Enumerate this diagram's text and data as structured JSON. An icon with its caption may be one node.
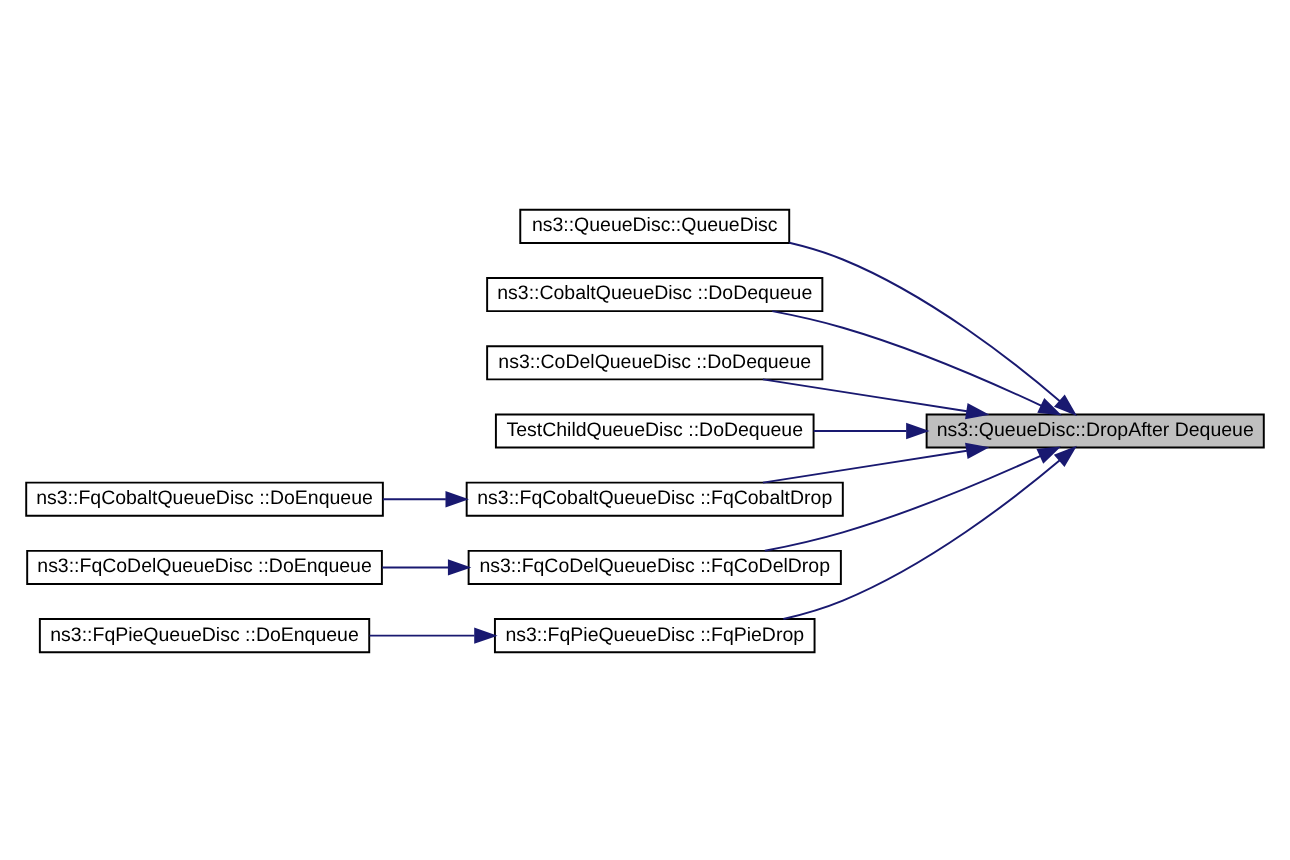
{
  "diagram": {
    "nodes": [
      {
        "text": [
          "ns3::QueueDisc::DropAfter Dequeue"
        ]
      },
      {
        "text": [
          "ns3::QueueDisc::QueueDisc"
        ]
      },
      {
        "text": [
          "ns3::CobaltQueueDisc ::DoDequeue"
        ]
      },
      {
        "text": [
          "ns3::CoDelQueueDisc ::DoDequeue"
        ]
      },
      {
        "text": [
          "TestChildQueueDisc ::DoDequeue"
        ]
      },
      {
        "text": [
          "ns3::FqCobaltQueueDisc ::FqCobaltDrop"
        ]
      },
      {
        "text": [
          "ns3::FqCoDelQueueDisc ::FqCoDelDrop"
        ]
      },
      {
        "text": [
          "ns3::FqPieQueueDisc ::FqPieDrop"
        ]
      },
      {
        "text": [
          "ns3::FqCobaltQueueDisc ::DoEnqueue"
        ]
      },
      {
        "text": [
          "ns3::FqCoDelQueueDisc ::DoEnqueue"
        ]
      },
      {
        "text": [
          "ns3::FqPieQueueDisc ::DoEnqueue"
        ]
      }
    ],
    "edges": [
      {
        "from": 1,
        "to": 0,
        "arrow": "to"
      },
      {
        "from": 2,
        "to": 0,
        "arrow": "to"
      },
      {
        "from": 3,
        "to": 0,
        "arrow": "to"
      },
      {
        "from": 4,
        "to": 0,
        "arrow": "to"
      },
      {
        "from": 5,
        "to": 0,
        "arrow": "to"
      },
      {
        "from": 6,
        "to": 0,
        "arrow": "to"
      },
      {
        "from": 7,
        "to": 0,
        "arrow": "to"
      },
      {
        "from": 8,
        "to": 5,
        "arrow": "to"
      },
      {
        "from": 9,
        "to": 6,
        "arrow": "to"
      },
      {
        "from": 10,
        "to": 7,
        "arrow": "to"
      }
    ]
  }
}
